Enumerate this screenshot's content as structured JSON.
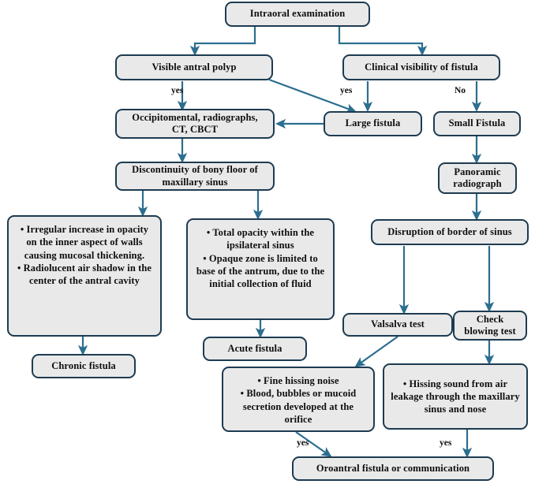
{
  "diagram": {
    "title": "Oroantral fistula diagnosis flowchart",
    "colors": {
      "node_fill": "#e9e9e9",
      "node_border": "#1d3b51",
      "arrow": "#2c6e8f",
      "text": "#0e0e0e",
      "background": "#ffffff"
    },
    "nodes": {
      "intraoral_examination": "Intraoral examination",
      "visible_antral_polyp": "Visible antral polyp",
      "clinical_visibility_of_fistula": "Clinical visibility of fistula",
      "occipitomental": "Occipitomental, radiographs, CT, CBCT",
      "occipitomental_line1": "Occipitomental, radiographs,",
      "occipitomental_line2": "CT, CBCT",
      "large_fistula": "Large fistula",
      "small_fistula": "Small Fistula",
      "discontinuity_line1": "Discontinuity of bony floor of",
      "discontinuity_line2": "maxillary sinus",
      "panoramic_line1": "Panoramic",
      "panoramic_line2": "radiograph",
      "disruption_of_border": "Disruption of border of sinus",
      "chronic_fistula": "Chronic fistula",
      "acute_fistula": "Acute fistula",
      "valsalva_test": "Valsalva test",
      "check_blowing_line1": "Check",
      "check_blowing_line2": "blowing test",
      "oroantral_fistula": "Oroantral fistula or communication"
    },
    "bullet_boxes": {
      "chronic_findings": [
        "•   Irregular increase in opacity on the inner aspect of walls causing mucosal thickening.",
        "•  Radiolucent air shadow in the center of the antral cavity"
      ],
      "acute_findings": [
        "•   Total opacity within the ipsilateral sinus",
        "•  Opaque zone is limited to base of the antrum, due to the initial collection of fluid"
      ],
      "valsalva_findings": [
        "•   Fine hissing noise",
        "•  Blood, bubbles or mucoid secretion developed at the orifice"
      ],
      "blowing_findings": [
        "•   Hissing sound from air leakage through the maxillary sinus and nose"
      ]
    },
    "edge_labels": {
      "polyp_yes": "yes",
      "fistula_yes": "yes",
      "fistula_no": "No",
      "valsalva_yes": "yes",
      "blowing_yes": "yes"
    }
  }
}
